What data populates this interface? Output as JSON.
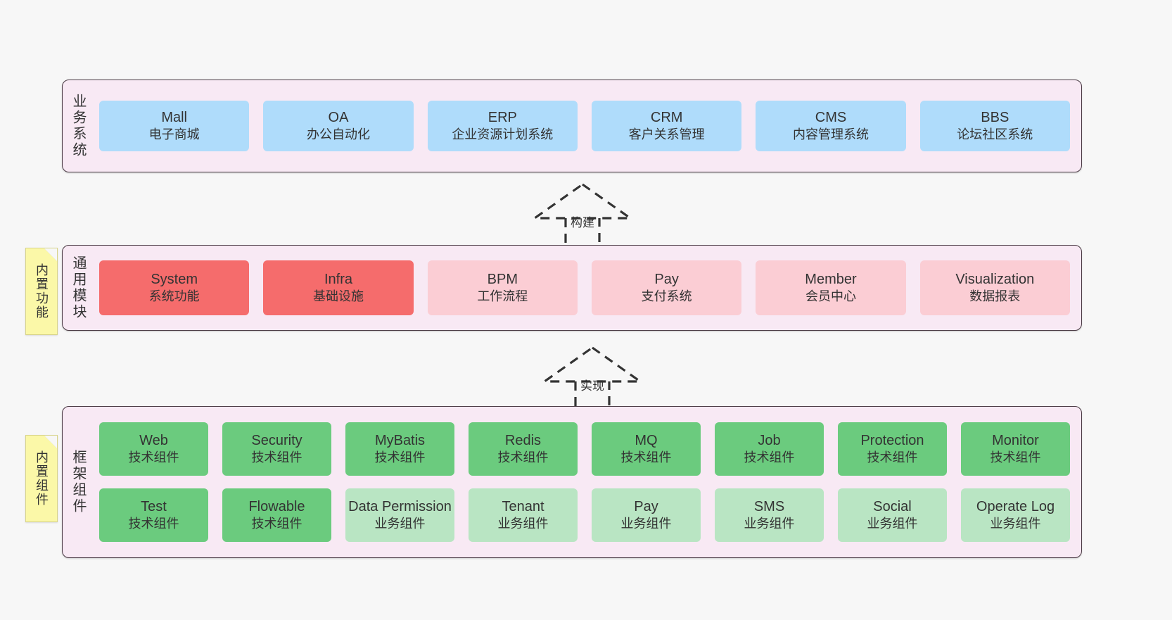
{
  "diagram": {
    "background_color": "#f7f7f7",
    "layer_bg_color": "#f8e9f4",
    "note_color": "#fbf8a8"
  },
  "layers": [
    {
      "id": "business",
      "title": "业务系统",
      "rows": [
        {
          "nodes": [
            {
              "title": "Mall",
              "subtitle": "电子商城",
              "color": "#afdcfb"
            },
            {
              "title": "OA",
              "subtitle": "办公自动化",
              "color": "#afdcfb"
            },
            {
              "title": "ERP",
              "subtitle": "企业资源计划系统",
              "color": "#afdcfb"
            },
            {
              "title": "CRM",
              "subtitle": "客户关系管理",
              "color": "#afdcfb"
            },
            {
              "title": "CMS",
              "subtitle": "内容管理系统",
              "color": "#afdcfb"
            },
            {
              "title": "BBS",
              "subtitle": "论坛社区系统",
              "color": "#afdcfb"
            }
          ]
        }
      ]
    },
    {
      "id": "common",
      "title": "通用模块",
      "note": "内置功能",
      "rows": [
        {
          "nodes": [
            {
              "title": "System",
              "subtitle": "系统功能",
              "color": "#f56c6c"
            },
            {
              "title": "Infra",
              "subtitle": "基础设施",
              "color": "#f56c6c"
            },
            {
              "title": "BPM",
              "subtitle": "工作流程",
              "color": "#fbcdd4"
            },
            {
              "title": "Pay",
              "subtitle": "支付系统",
              "color": "#fbcdd4"
            },
            {
              "title": "Member",
              "subtitle": "会员中心",
              "color": "#fbcdd4"
            },
            {
              "title": "Visualization",
              "subtitle": "数据报表",
              "color": "#fbcdd4"
            }
          ]
        }
      ]
    },
    {
      "id": "framework",
      "title": "框架组件",
      "note": "内置组件",
      "rows": [
        {
          "nodes": [
            {
              "title": "Web",
              "subtitle": "技术组件",
              "color": "#6bcb7e"
            },
            {
              "title": "Security",
              "subtitle": "技术组件",
              "color": "#6bcb7e"
            },
            {
              "title": "MyBatis",
              "subtitle": "技术组件",
              "color": "#6bcb7e"
            },
            {
              "title": "Redis",
              "subtitle": "技术组件",
              "color": "#6bcb7e"
            },
            {
              "title": "MQ",
              "subtitle": "技术组件",
              "color": "#6bcb7e"
            },
            {
              "title": "Job",
              "subtitle": "技术组件",
              "color": "#6bcb7e"
            },
            {
              "title": "Protection",
              "subtitle": "技术组件",
              "color": "#6bcb7e"
            },
            {
              "title": "Monitor",
              "subtitle": "技术组件",
              "color": "#6bcb7e"
            }
          ]
        },
        {
          "nodes": [
            {
              "title": "Test",
              "subtitle": "技术组件",
              "color": "#6bcb7e"
            },
            {
              "title": "Flowable",
              "subtitle": "技术组件",
              "color": "#6bcb7e"
            },
            {
              "title": "Data Permission",
              "subtitle": "业务组件",
              "color": "#b9e5c3",
              "wrap": true
            },
            {
              "title": "Tenant",
              "subtitle": "业务组件",
              "color": "#b9e5c3"
            },
            {
              "title": "Pay",
              "subtitle": "业务组件",
              "color": "#b9e5c3"
            },
            {
              "title": "SMS",
              "subtitle": "业务组件",
              "color": "#b9e5c3"
            },
            {
              "title": "Social",
              "subtitle": "业务组件",
              "color": "#b9e5c3"
            },
            {
              "title": "Operate Log",
              "subtitle": "业务组件",
              "color": "#b9e5c3"
            }
          ]
        }
      ]
    }
  ],
  "connectors": [
    {
      "id": "build",
      "label": "构建",
      "style": "dashed-generalization"
    },
    {
      "id": "implement",
      "label": "实现",
      "style": "dashed-generalization"
    }
  ]
}
